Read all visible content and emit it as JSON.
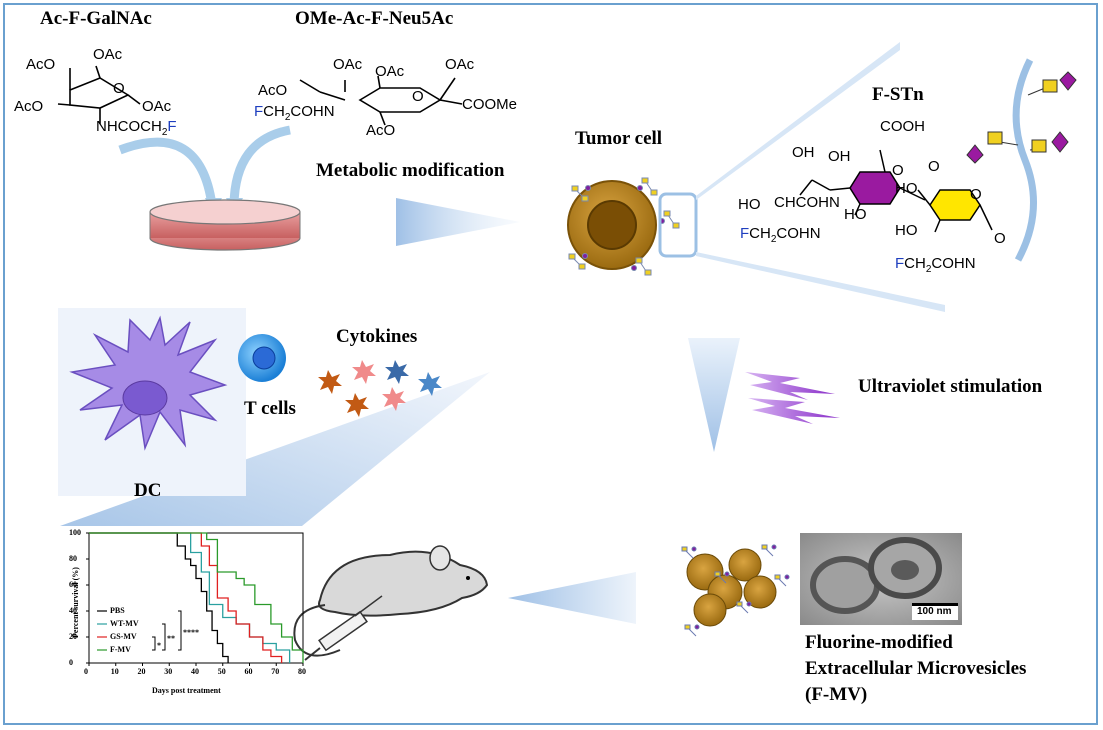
{
  "molecules": {
    "galnac_title": "Ac-F-GalNAc",
    "neu5ac_title": "OMe-Ac-F-Neu5Ac",
    "fstn_title": "F-STn"
  },
  "steps": {
    "metabolic": "Metabolic modification",
    "tumor_cell": "Tumor cell",
    "uv": "Ultraviolet stimulation",
    "cytokines": "Cytokines",
    "t_cells": "T cells",
    "dc": "DC",
    "fmv_line1": "Fluorine-modified",
    "fmv_line2": "Extracellular Microvesicles",
    "fmv_line3": "(F-MV)",
    "scale_bar": "100 nm"
  },
  "chem_text": {
    "oac": "OAc",
    "aco": "AcO",
    "o": "O",
    "nhcoch2": "NHCOCH",
    "f": "F",
    "ch2cohn": "CH",
    "cohn_tail": "COHN",
    "coome": "COOMe",
    "cooh": "COOH",
    "oh": "OH",
    "ho": "HO",
    "sub2": "2"
  },
  "chart_data": {
    "type": "line",
    "subtype": "kaplan-meier",
    "xlabel": "Days post treatment",
    "ylabel": "Percent survival (%)",
    "xlim": [
      0,
      80
    ],
    "ylim": [
      0,
      100
    ],
    "xticks": [
      0,
      10,
      20,
      30,
      40,
      50,
      60,
      70,
      80
    ],
    "yticks": [
      0,
      20,
      40,
      60,
      80,
      100
    ],
    "legend_position": "bottom-left",
    "series": [
      {
        "name": "PBS",
        "color": "#000000",
        "x": [
          0,
          28,
          33,
          36,
          38,
          40,
          42,
          44,
          46,
          48,
          50,
          52
        ],
        "y": [
          100,
          100,
          90,
          80,
          75,
          65,
          55,
          40,
          25,
          15,
          5,
          0
        ]
      },
      {
        "name": "WT-MV",
        "color": "#2aa0a0",
        "x": [
          0,
          33,
          38,
          42,
          45,
          50,
          55,
          60,
          65,
          70,
          75
        ],
        "y": [
          100,
          100,
          85,
          70,
          45,
          35,
          30,
          20,
          15,
          10,
          0
        ]
      },
      {
        "name": "GS-MV",
        "color": "#e02020",
        "x": [
          0,
          38,
          42,
          45,
          48,
          52,
          55,
          60,
          65,
          68,
          72
        ],
        "y": [
          100,
          100,
          90,
          75,
          50,
          40,
          30,
          20,
          10,
          5,
          0
        ]
      },
      {
        "name": "F-MV",
        "color": "#2a9a2a",
        "x": [
          0,
          40,
          44,
          48,
          55,
          58,
          62,
          68,
          72,
          76,
          80
        ],
        "y": [
          100,
          100,
          95,
          70,
          65,
          60,
          45,
          30,
          20,
          10,
          0
        ]
      }
    ],
    "significance": [
      "*",
      "**",
      "****"
    ]
  }
}
